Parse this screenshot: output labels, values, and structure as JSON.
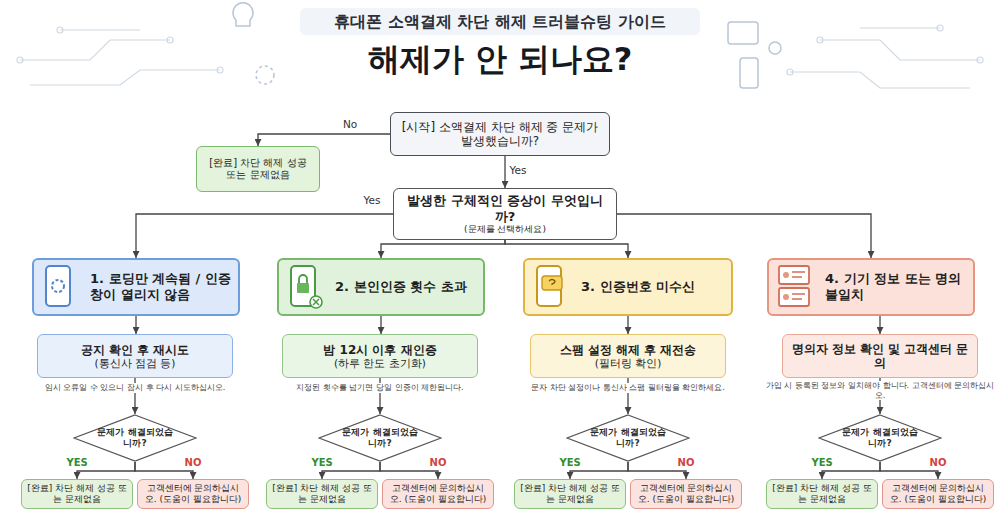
{
  "diagram": {
    "title": "해제가 안 되나요?",
    "nodes": [
      {
        "text": [
          "[시작] 소액결제 차단 해제 중 문제가 발생했습니까?"
        ]
      },
      {
        "text": [
          "[완료] 차단 해제 성공 또는 문제없음"
        ]
      },
      {
        "text": [
          "발생한 구체적인 증상이 무엇입니까?",
          "(문제를 선택하세요)"
        ]
      },
      {
        "text": [
          "1. 로딩만 계속됨 / 인증창이 열리지 않음"
        ]
      },
      {
        "text": [
          "2. 본인인증 횟수 초과"
        ]
      },
      {
        "text": [
          "3. 인증번호 미수신"
        ]
      },
      {
        "text": [
          "4. 기기 정보 또는 명의 불일치"
        ]
      },
      {
        "text": [
          "공지 확인 후 재시도",
          "(통신사 점검 등)"
        ]
      },
      {
        "text": [
          "밤 12시 이후 재인증",
          "(하루 한도 초기화)"
        ]
      },
      {
        "text": [
          "스팸 설정 해제 후 재전송",
          "(필터링 확인)"
        ]
      },
      {
        "text": [
          "명의자 정보 확인 및 고객센터 문의"
        ]
      },
      {
        "text": [
          "문제가 해결되었습니까?"
        ]
      },
      {
        "text": [
          "문제가 해결되었습니까?"
        ]
      },
      {
        "text": [
          "문제가 해결되었습니까?"
        ]
      },
      {
        "text": [
          "문제가 해결되었습니까?"
        ]
      },
      {
        "text": [
          "[완료] 차단 해제 성공 또는 문제없음"
        ]
      },
      {
        "text": [
          "고객센터에 문의하십시오. (도움이 필요합니다)"
        ]
      },
      {
        "text": [
          "[완료] 차단 해제 성공 또는 문제없음"
        ]
      },
      {
        "text": [
          "고객센터에 문의하십시오. (도움이 필요합니다)"
        ]
      },
      {
        "text": [
          "[완료] 차단 해제 성공 또는 문제없음"
        ]
      },
      {
        "text": [
          "고객센터에 문의하십시오. (도움이 필요합니다)"
        ]
      },
      {
        "text": [
          "[완료] 차단 해제 성공 또는 문제없음"
        ]
      },
      {
        "text": [
          "고객센터에 문의하십시오. (도움이 필요합니다)"
        ]
      }
    ],
    "edges": [
      {
        "from": 0,
        "to": 1,
        "arrow": "to",
        "label": "No"
      },
      {
        "from": 0,
        "to": 2,
        "arrow": "to",
        "label": "Yes"
      },
      {
        "from": 2,
        "to": 3,
        "arrow": "to",
        "label": "Yes"
      },
      {
        "from": 2,
        "to": 4,
        "arrow": "to"
      },
      {
        "from": 2,
        "to": 5,
        "arrow": "to"
      },
      {
        "from": 2,
        "to": 6,
        "arrow": "to"
      },
      {
        "from": 3,
        "to": 7,
        "arrow": "to"
      },
      {
        "from": 4,
        "to": 8,
        "arrow": "to"
      },
      {
        "from": 5,
        "to": 9,
        "arrow": "to"
      },
      {
        "from": 6,
        "to": 10,
        "arrow": "to"
      },
      {
        "from": 7,
        "to": 11,
        "arrow": "to"
      },
      {
        "from": 8,
        "to": 12,
        "arrow": "to"
      },
      {
        "from": 9,
        "to": 13,
        "arrow": "to"
      },
      {
        "from": 10,
        "to": 14,
        "arrow": "to"
      },
      {
        "from": 11,
        "to": 15,
        "arrow": "to",
        "label": "YES"
      },
      {
        "from": 11,
        "to": 16,
        "arrow": "to",
        "label": "NO"
      },
      {
        "from": 12,
        "to": 17,
        "arrow": "to",
        "label": "YES"
      },
      {
        "from": 12,
        "to": 18,
        "arrow": "to",
        "label": "NO"
      },
      {
        "from": 13,
        "to": 19,
        "arrow": "to",
        "label": "YES"
      },
      {
        "from": 13,
        "to": 20,
        "arrow": "to",
        "label": "NO"
      },
      {
        "from": 14,
        "to": 21,
        "arrow": "to",
        "label": "YES"
      },
      {
        "from": 14,
        "to": 22,
        "arrow": "to",
        "label": "NO"
      }
    ],
    "labels": [
      "휴대폰 소액결제 차단 해제 트러블슈팅 가이드",
      "임시 오류일 수 있으니 잠시 후 다시 시도하십시오.",
      "지정된 횟수를 넘기면 당일 인증이 제한됩니다.",
      "문자 차단 설정이나 통신사 스팸 필터링을 확인하세요.",
      "가입 시 등록된 정보와 일치해야 합니다. 고객센터에 문의하십시오."
    ]
  }
}
